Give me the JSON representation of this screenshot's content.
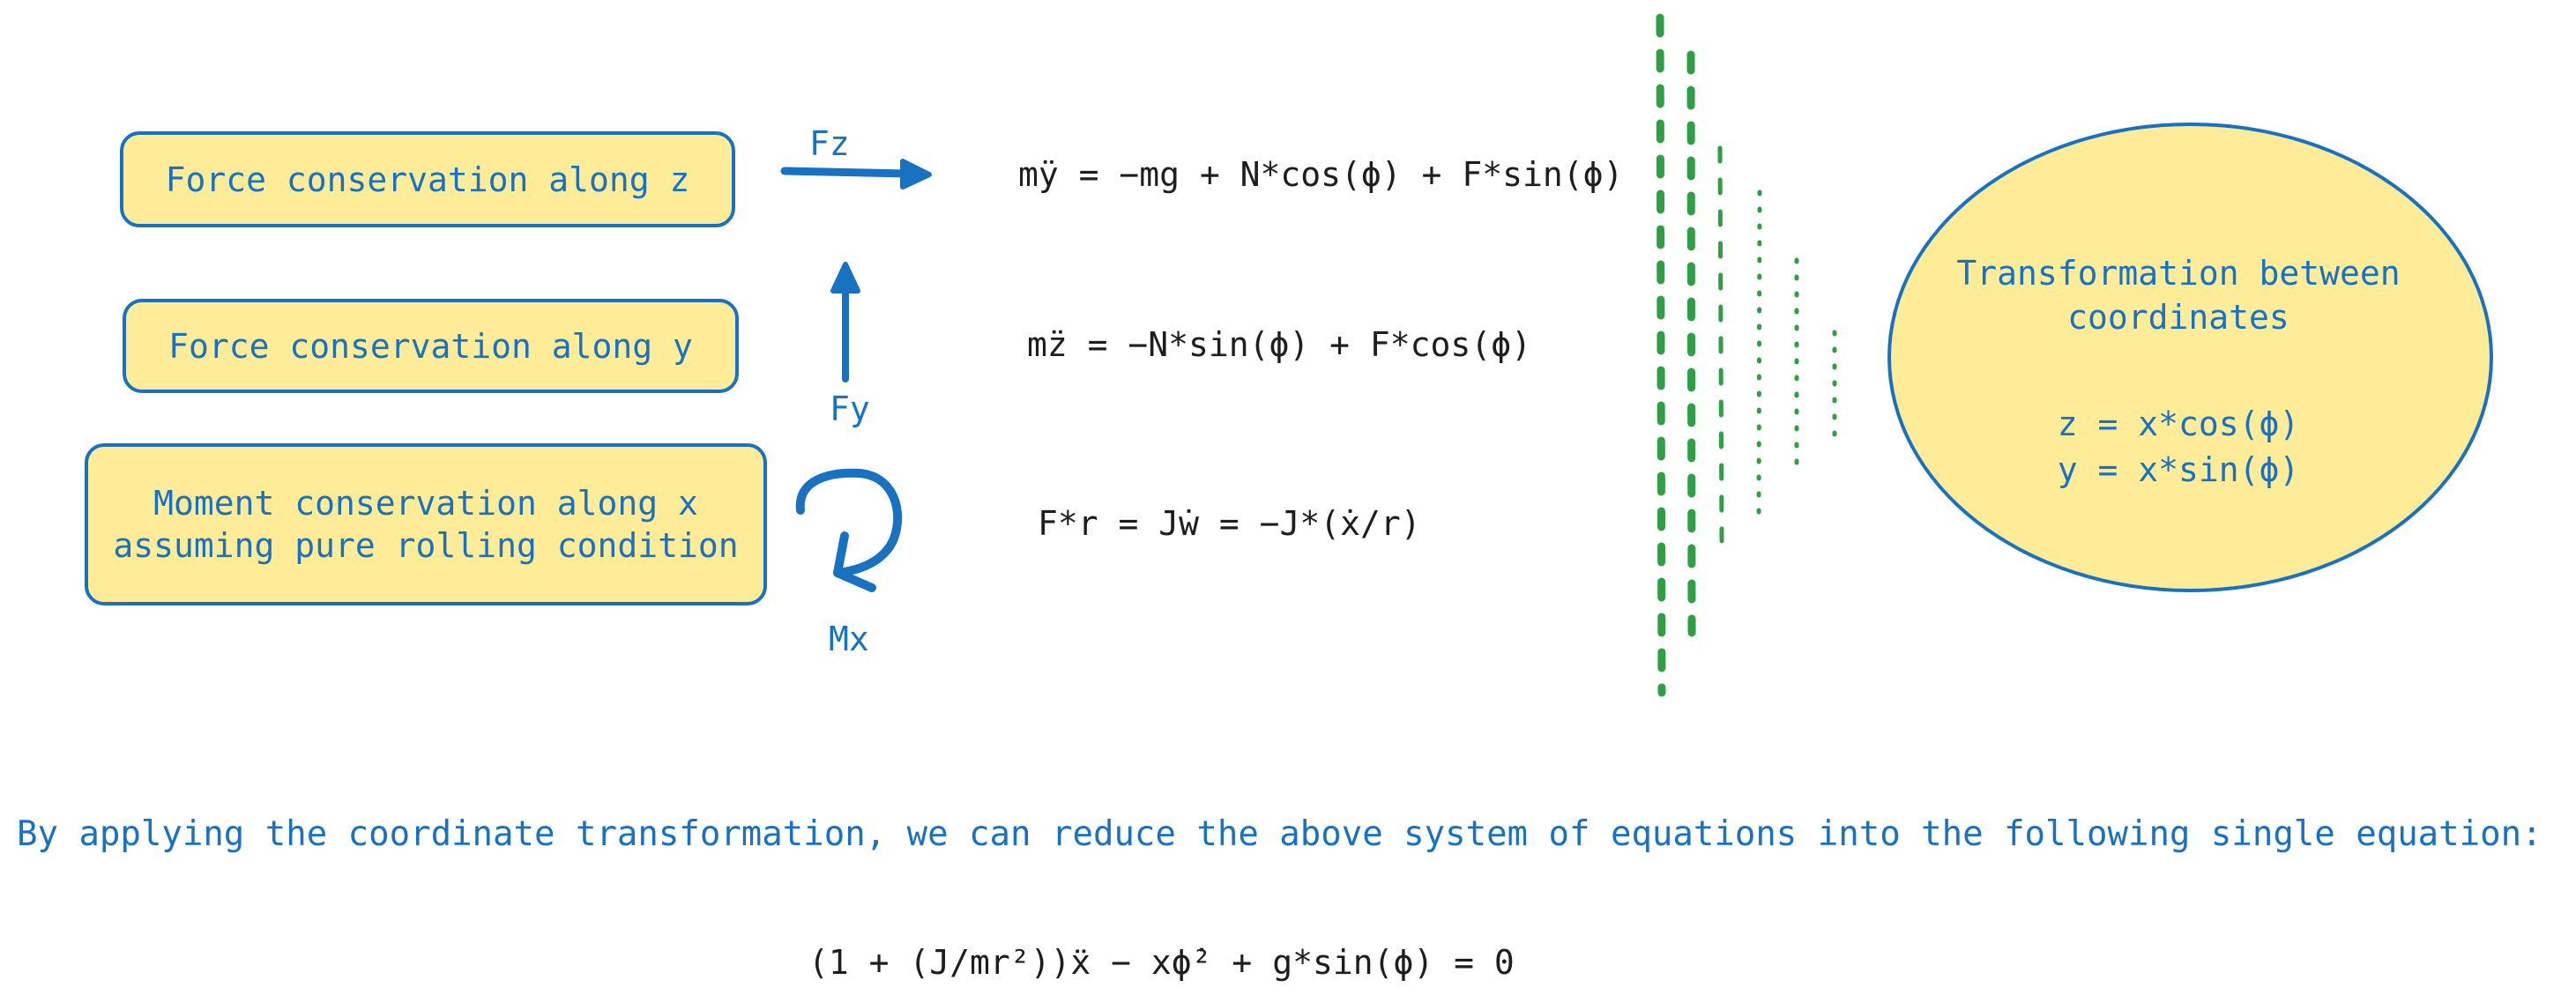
{
  "colors": {
    "box_fill": "#ffec99",
    "stroke_blue": "#1971c2",
    "text_dark": "#1e1e1e",
    "divider_green": "#2f9e44"
  },
  "boxes": [
    {
      "label": "Force conservation along z"
    },
    {
      "label": "Force conservation along y"
    },
    {
      "label": "Moment conservation along x\nassuming pure rolling condition"
    }
  ],
  "arrows": [
    {
      "label": "Fz",
      "icon": "arrow-right-icon"
    },
    {
      "label": "Fy",
      "icon": "arrow-up-icon"
    },
    {
      "label": "Mx",
      "icon": "rotation-arrow-icon"
    }
  ],
  "equations": [
    {
      "text": "mÿ = −mg + N*cos(ϕ) + F*sin(ϕ)"
    },
    {
      "text": "mz̈ = −N*sin(ϕ) + F*cos(ϕ)"
    },
    {
      "text": "F*r = Jẇ = −J*(ẋ/r)"
    }
  ],
  "transformation": {
    "title": "Transformation between\ncoordinates",
    "eq_z": "z = x*cos(ϕ)",
    "eq_y": "y = x*sin(ϕ)"
  },
  "summary": {
    "text": "By applying the coordinate transformation, we can reduce the above system of equations into the following single equation:",
    "final_equation": "(1 + (J/mr²))ẍ − xϕ̇² + g*sin(ϕ) = 0"
  }
}
